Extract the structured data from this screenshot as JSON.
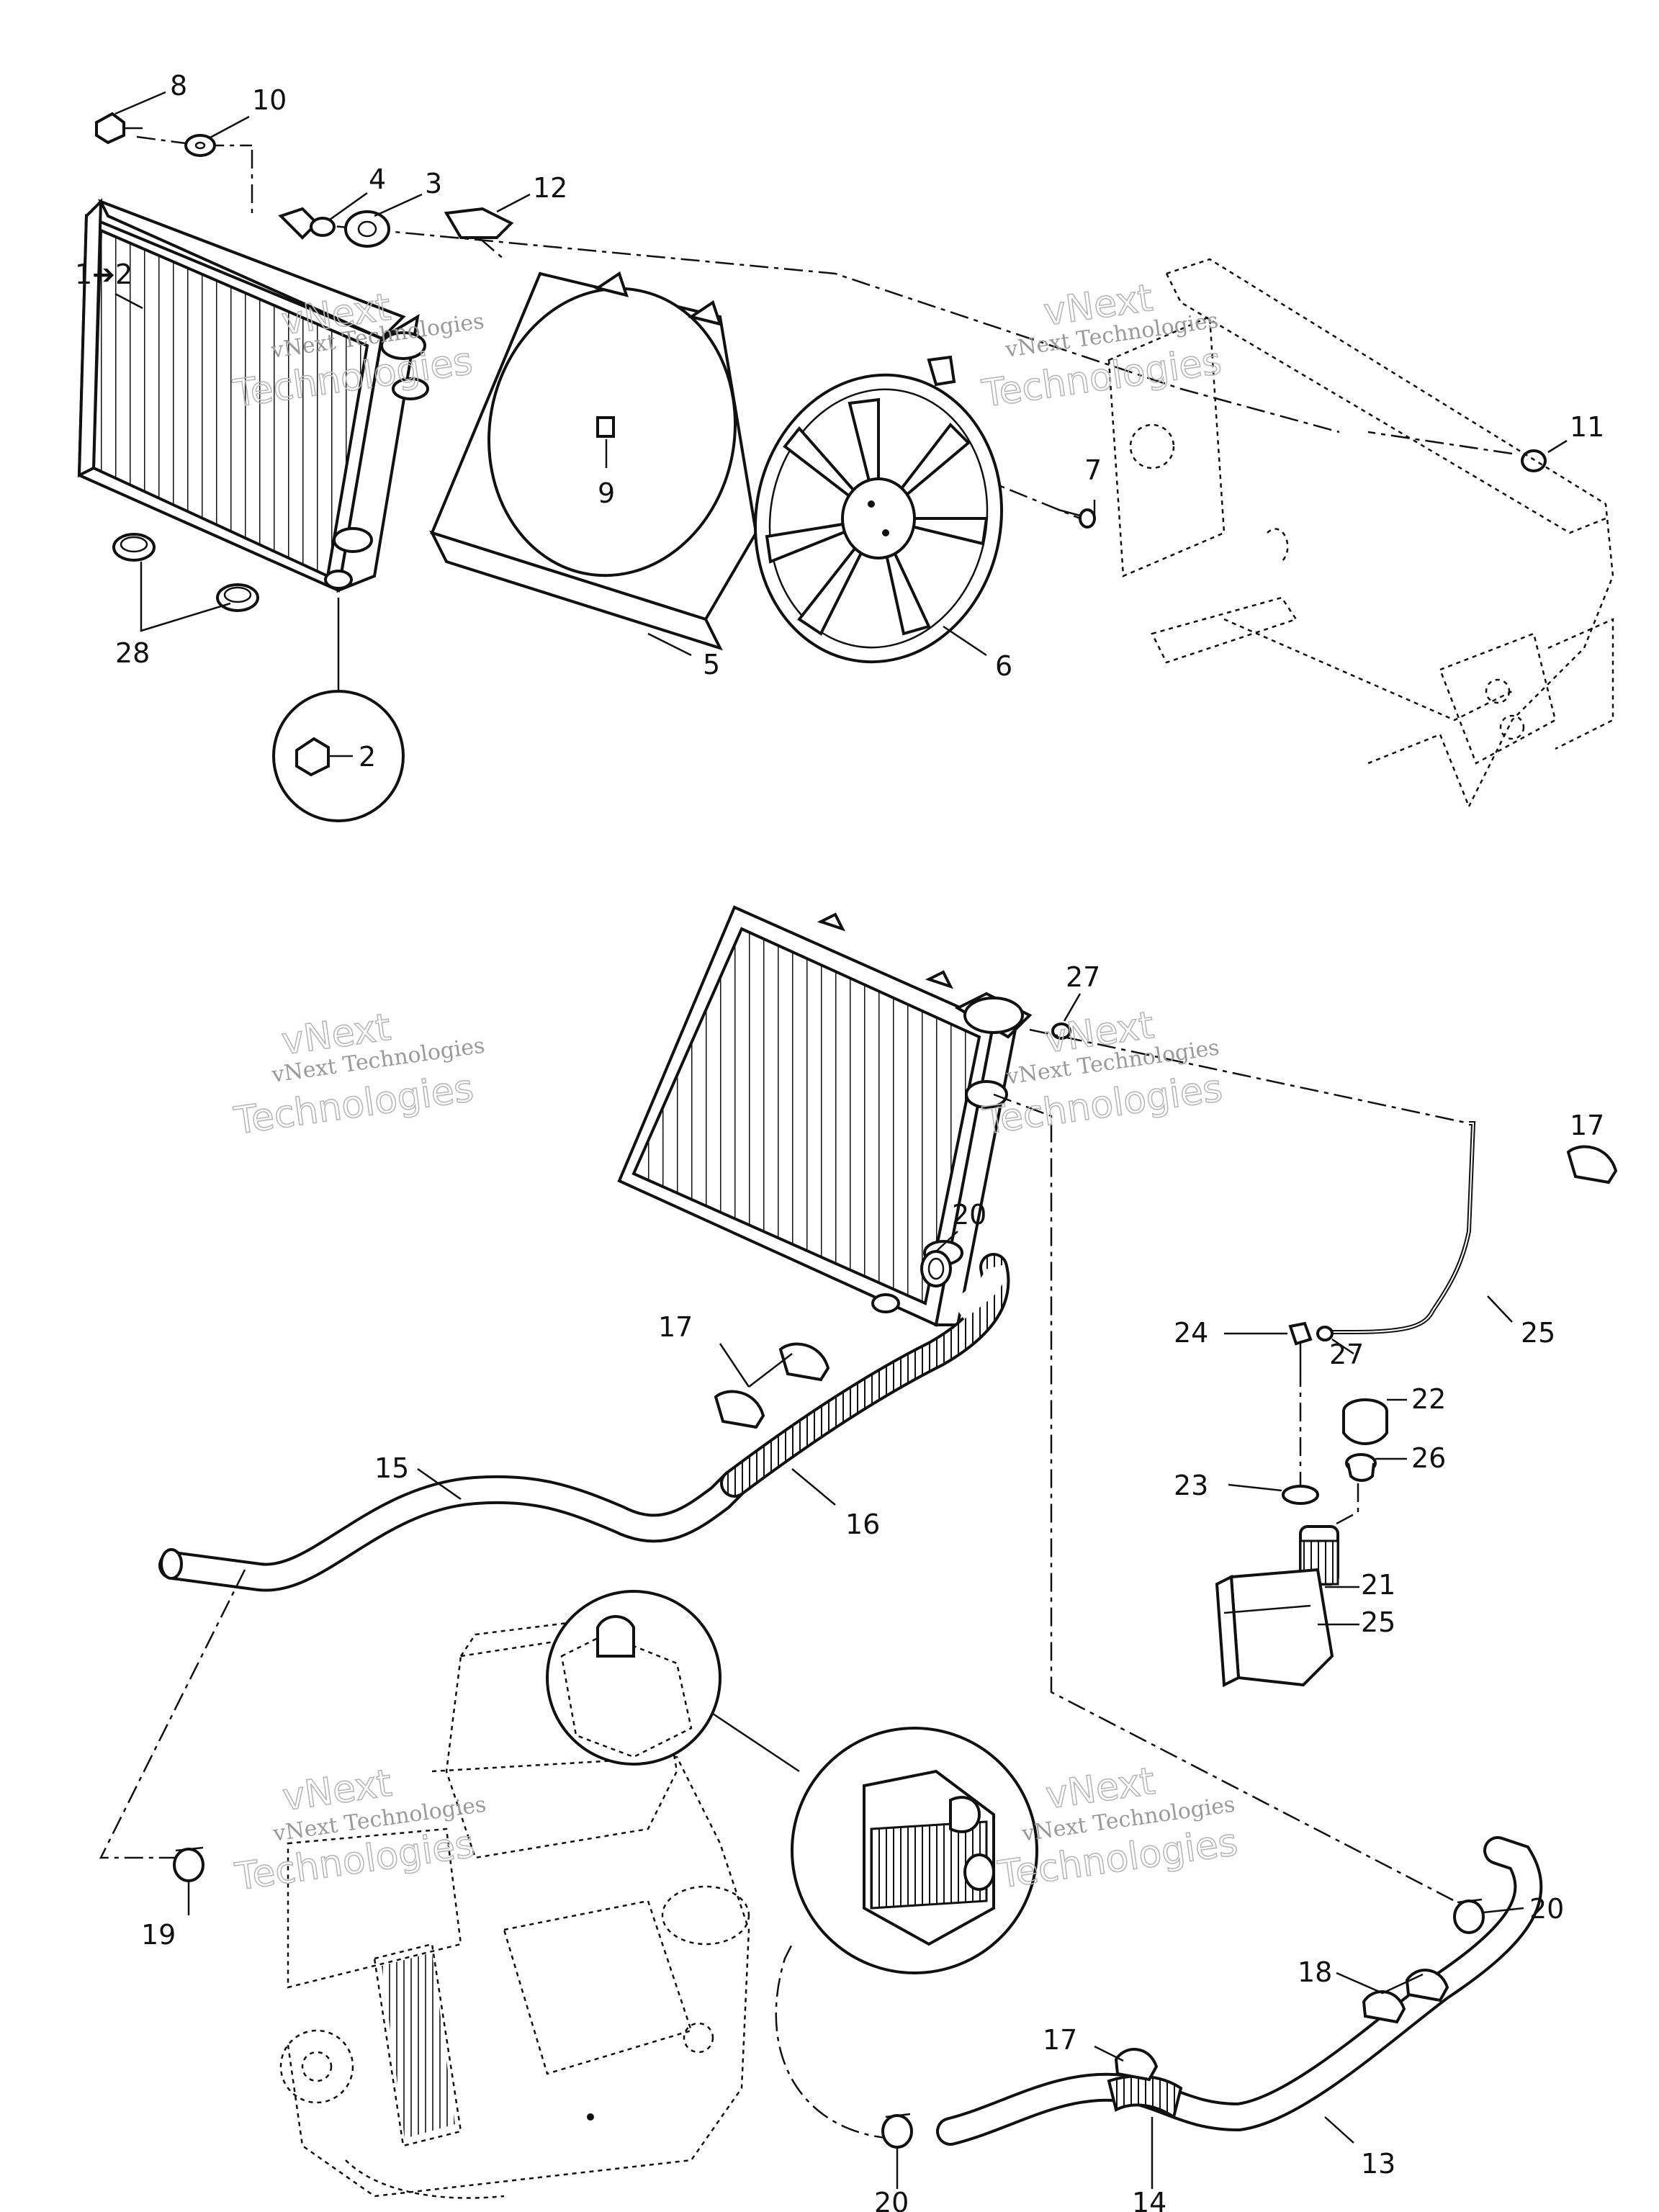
{
  "watermark": {
    "line1": "vNext",
    "line2": "vNext Technologies",
    "line3": "Technologies"
  },
  "callouts": {
    "c8": "8",
    "c10": "10",
    "c4": "4",
    "c3": "3",
    "c12": "12",
    "c1to2": "1➔2",
    "c9": "9",
    "c7": "7",
    "c11": "11",
    "c28": "28",
    "c5": "5",
    "c6": "6",
    "c2": "2",
    "c27a": "27",
    "c17a": "17",
    "c20a": "20",
    "c24": "24",
    "c27b": "27",
    "c25a": "25",
    "c17b": "17",
    "c22": "22",
    "c26": "26",
    "c23": "23",
    "c15": "15",
    "c16": "16",
    "c21": "21",
    "c25b": "25",
    "c19": "19",
    "c20b": "20",
    "c18": "18",
    "c17c": "17",
    "c13": "13",
    "c20c": "20",
    "c14": "14"
  }
}
